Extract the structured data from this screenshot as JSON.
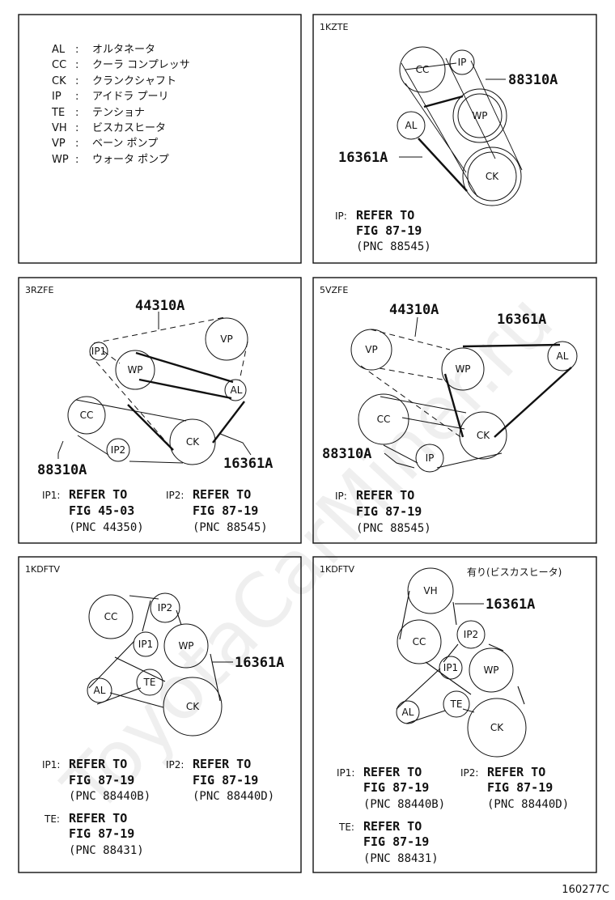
{
  "legend": {
    "items": [
      {
        "code": "AL",
        "sep": ":",
        "name": "オルタネータ"
      },
      {
        "code": "CC",
        "sep": ":",
        "name": "クーラ コンプレッサ"
      },
      {
        "code": "CK",
        "sep": ":",
        "name": "クランクシャフト"
      },
      {
        "code": "IP",
        "sep": ":",
        "name": "アイドラ プーリ"
      },
      {
        "code": "TE",
        "sep": ":",
        "name": "テンショナ"
      },
      {
        "code": "VH",
        "sep": ":",
        "name": "ビスカスヒータ"
      },
      {
        "code": "VP",
        "sep": ":",
        "name": "ベーン ポンプ"
      },
      {
        "code": "WP",
        "sep": ":",
        "name": "ウォータ ポンプ"
      }
    ]
  },
  "panels": {
    "p1kzte": {
      "engine": "1KZTE",
      "labels": {
        "a": "88310A",
        "b": "16361A"
      },
      "pulleys": {
        "cc": "CC",
        "ip": "IP",
        "wp": "WP",
        "al": "AL",
        "ck": "CK"
      },
      "notes": [
        {
          "prefix": "IP:",
          "l1": "REFER TO",
          "l2": "FIG 87-19",
          "l3": "(PNC 88545)"
        }
      ]
    },
    "p3rzfe": {
      "engine": "3RZFE",
      "labels": {
        "a": "44310A",
        "b": "88310A",
        "c": "16361A"
      },
      "pulleys": {
        "vp": "VP",
        "ip1": "IP1",
        "wp": "WP",
        "al": "AL",
        "cc": "CC",
        "ck": "CK",
        "ip2": "IP2"
      },
      "notes": [
        {
          "prefix": "IP1:",
          "l1": "REFER TO",
          "l2": "FIG 45-03",
          "l3": "(PNC 44350)"
        },
        {
          "prefix": "IP2:",
          "l1": "REFER TO",
          "l2": "FIG 87-19",
          "l3": "(PNC 88545)"
        }
      ]
    },
    "p5vzfe": {
      "engine": "5VZFE",
      "labels": {
        "a": "44310A",
        "b": "16361A",
        "c": "88310A"
      },
      "pulleys": {
        "vp": "VP",
        "wp": "WP",
        "al": "AL",
        "cc": "CC",
        "ck": "CK",
        "ip": "IP"
      },
      "notes": [
        {
          "prefix": "IP:",
          "l1": "REFER TO",
          "l2": "FIG 87-19",
          "l3": "(PNC 88545)"
        }
      ]
    },
    "p1kdftv": {
      "engine": "1KDFTV",
      "labels": {
        "a": "16361A"
      },
      "pulleys": {
        "cc": "CC",
        "ip2": "IP2",
        "ip1": "IP1",
        "wp": "WP",
        "te": "TE",
        "al": "AL",
        "ck": "CK"
      },
      "notes": [
        {
          "prefix": "IP1:",
          "l1": "REFER TO",
          "l2": "FIG 87-19",
          "l3": "(PNC 88440B)"
        },
        {
          "prefix": "IP2:",
          "l1": "REFER TO",
          "l2": "FIG 87-19",
          "l3": "(PNC 88440D)"
        },
        {
          "prefix": "TE:",
          "l1": "REFER TO",
          "l2": "FIG 87-19",
          "l3": "(PNC 88431)"
        }
      ]
    },
    "p1kdftv2": {
      "engine": "1KDFTV",
      "caption": "有り(ビスカスヒータ)",
      "labels": {
        "a": "16361A"
      },
      "pulleys": {
        "vh": "VH",
        "cc": "CC",
        "ip2": "IP2",
        "ip1": "IP1",
        "wp": "WP",
        "te": "TE",
        "al": "AL",
        "ck": "CK"
      },
      "notes": [
        {
          "prefix": "IP1:",
          "l1": "REFER TO",
          "l2": "FIG 87-19",
          "l3": "(PNC 88440B)"
        },
        {
          "prefix": "IP2:",
          "l1": "REFER TO",
          "l2": "FIG 87-19",
          "l3": "(PNC 88440D)"
        },
        {
          "prefix": "TE:",
          "l1": "REFER TO",
          "l2": "FIG 87-19",
          "l3": "(PNC 88431)"
        }
      ]
    }
  },
  "figure_id": "160277C",
  "watermark": "ToyotaCarMiner.ru"
}
